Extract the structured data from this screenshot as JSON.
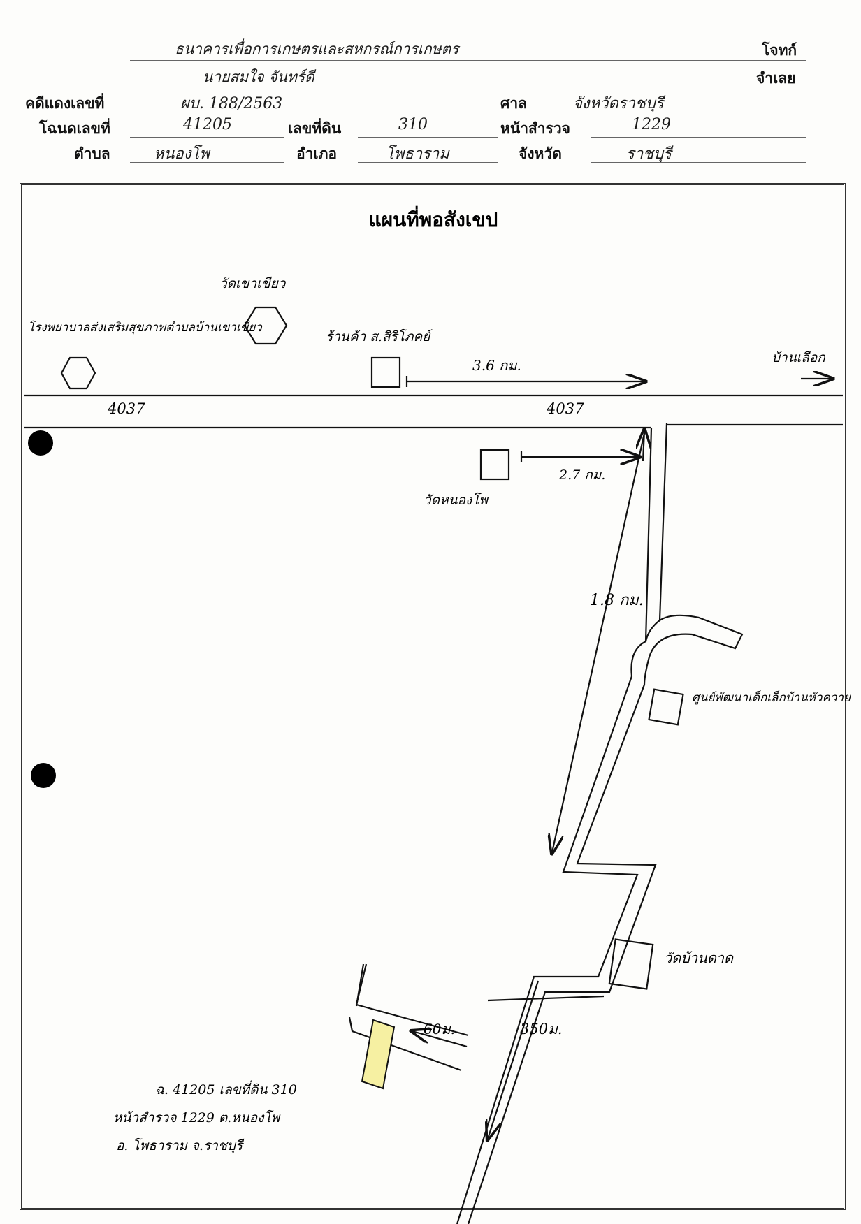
{
  "header": {
    "plaintiff": "ธนาคารเพื่อการเกษตรและสหกรณ์การเกษตร",
    "defendant": "นายสมใจ จันทร์ดี",
    "plaintiff_label": "โจทก์",
    "defendant_label": "จำเลย",
    "case_no_label": "คดีแดงเลขที่",
    "case_no": "ผบ. 188/2563",
    "court_label": "ศาล",
    "court": "จังหวัดราชบุรี",
    "deed_no_label": "โฉนดเลขที่",
    "deed_no": "41205",
    "land_no_label": "เลขที่ดิน",
    "land_no": "310",
    "survey_page_label": "หน้าสำรวจ",
    "survey_page": "1229",
    "subdistrict_label": "ตำบล",
    "subdistrict": "หนองโพ",
    "district_label": "อำเภอ",
    "district": "โพธาราม",
    "province_label": "จังหวัด",
    "province": "ราชบุรี"
  },
  "map": {
    "title": "แผนที่พอสังเขป",
    "hospital_label": "โรงพยาบาลส่งเสริมสุขภาพตำบลบ้านเขาเขียว",
    "temple_top_label": "วัดเขาเขียว",
    "shop_label": "ร้านค้า ส.สิริโภคย์",
    "dist_top": "3.6 กม.",
    "direction_label": "บ้านเลือก",
    "road_left": "4037",
    "road_right": "4037",
    "dist_2": "2.7 กม.",
    "temple2_label": "วัดหนองโพ",
    "dist_3": "1.8 กม.",
    "center_label": "ศูนย์พัฒนาเด็กเล็กบ้านหัวควาย",
    "temple3_label": "วัดบ้านดาด",
    "dist_350": "350ม.",
    "dist_60": "60ม.",
    "plot_line1": "ฉ. 41205 เลขที่ดิน 310",
    "plot_line2": "หน้าสำรวจ 1229 ต.หนองโพ",
    "plot_line3": "อ. โพธาราม จ.ราชบุรี",
    "plot_color": "#f6f0a2"
  }
}
